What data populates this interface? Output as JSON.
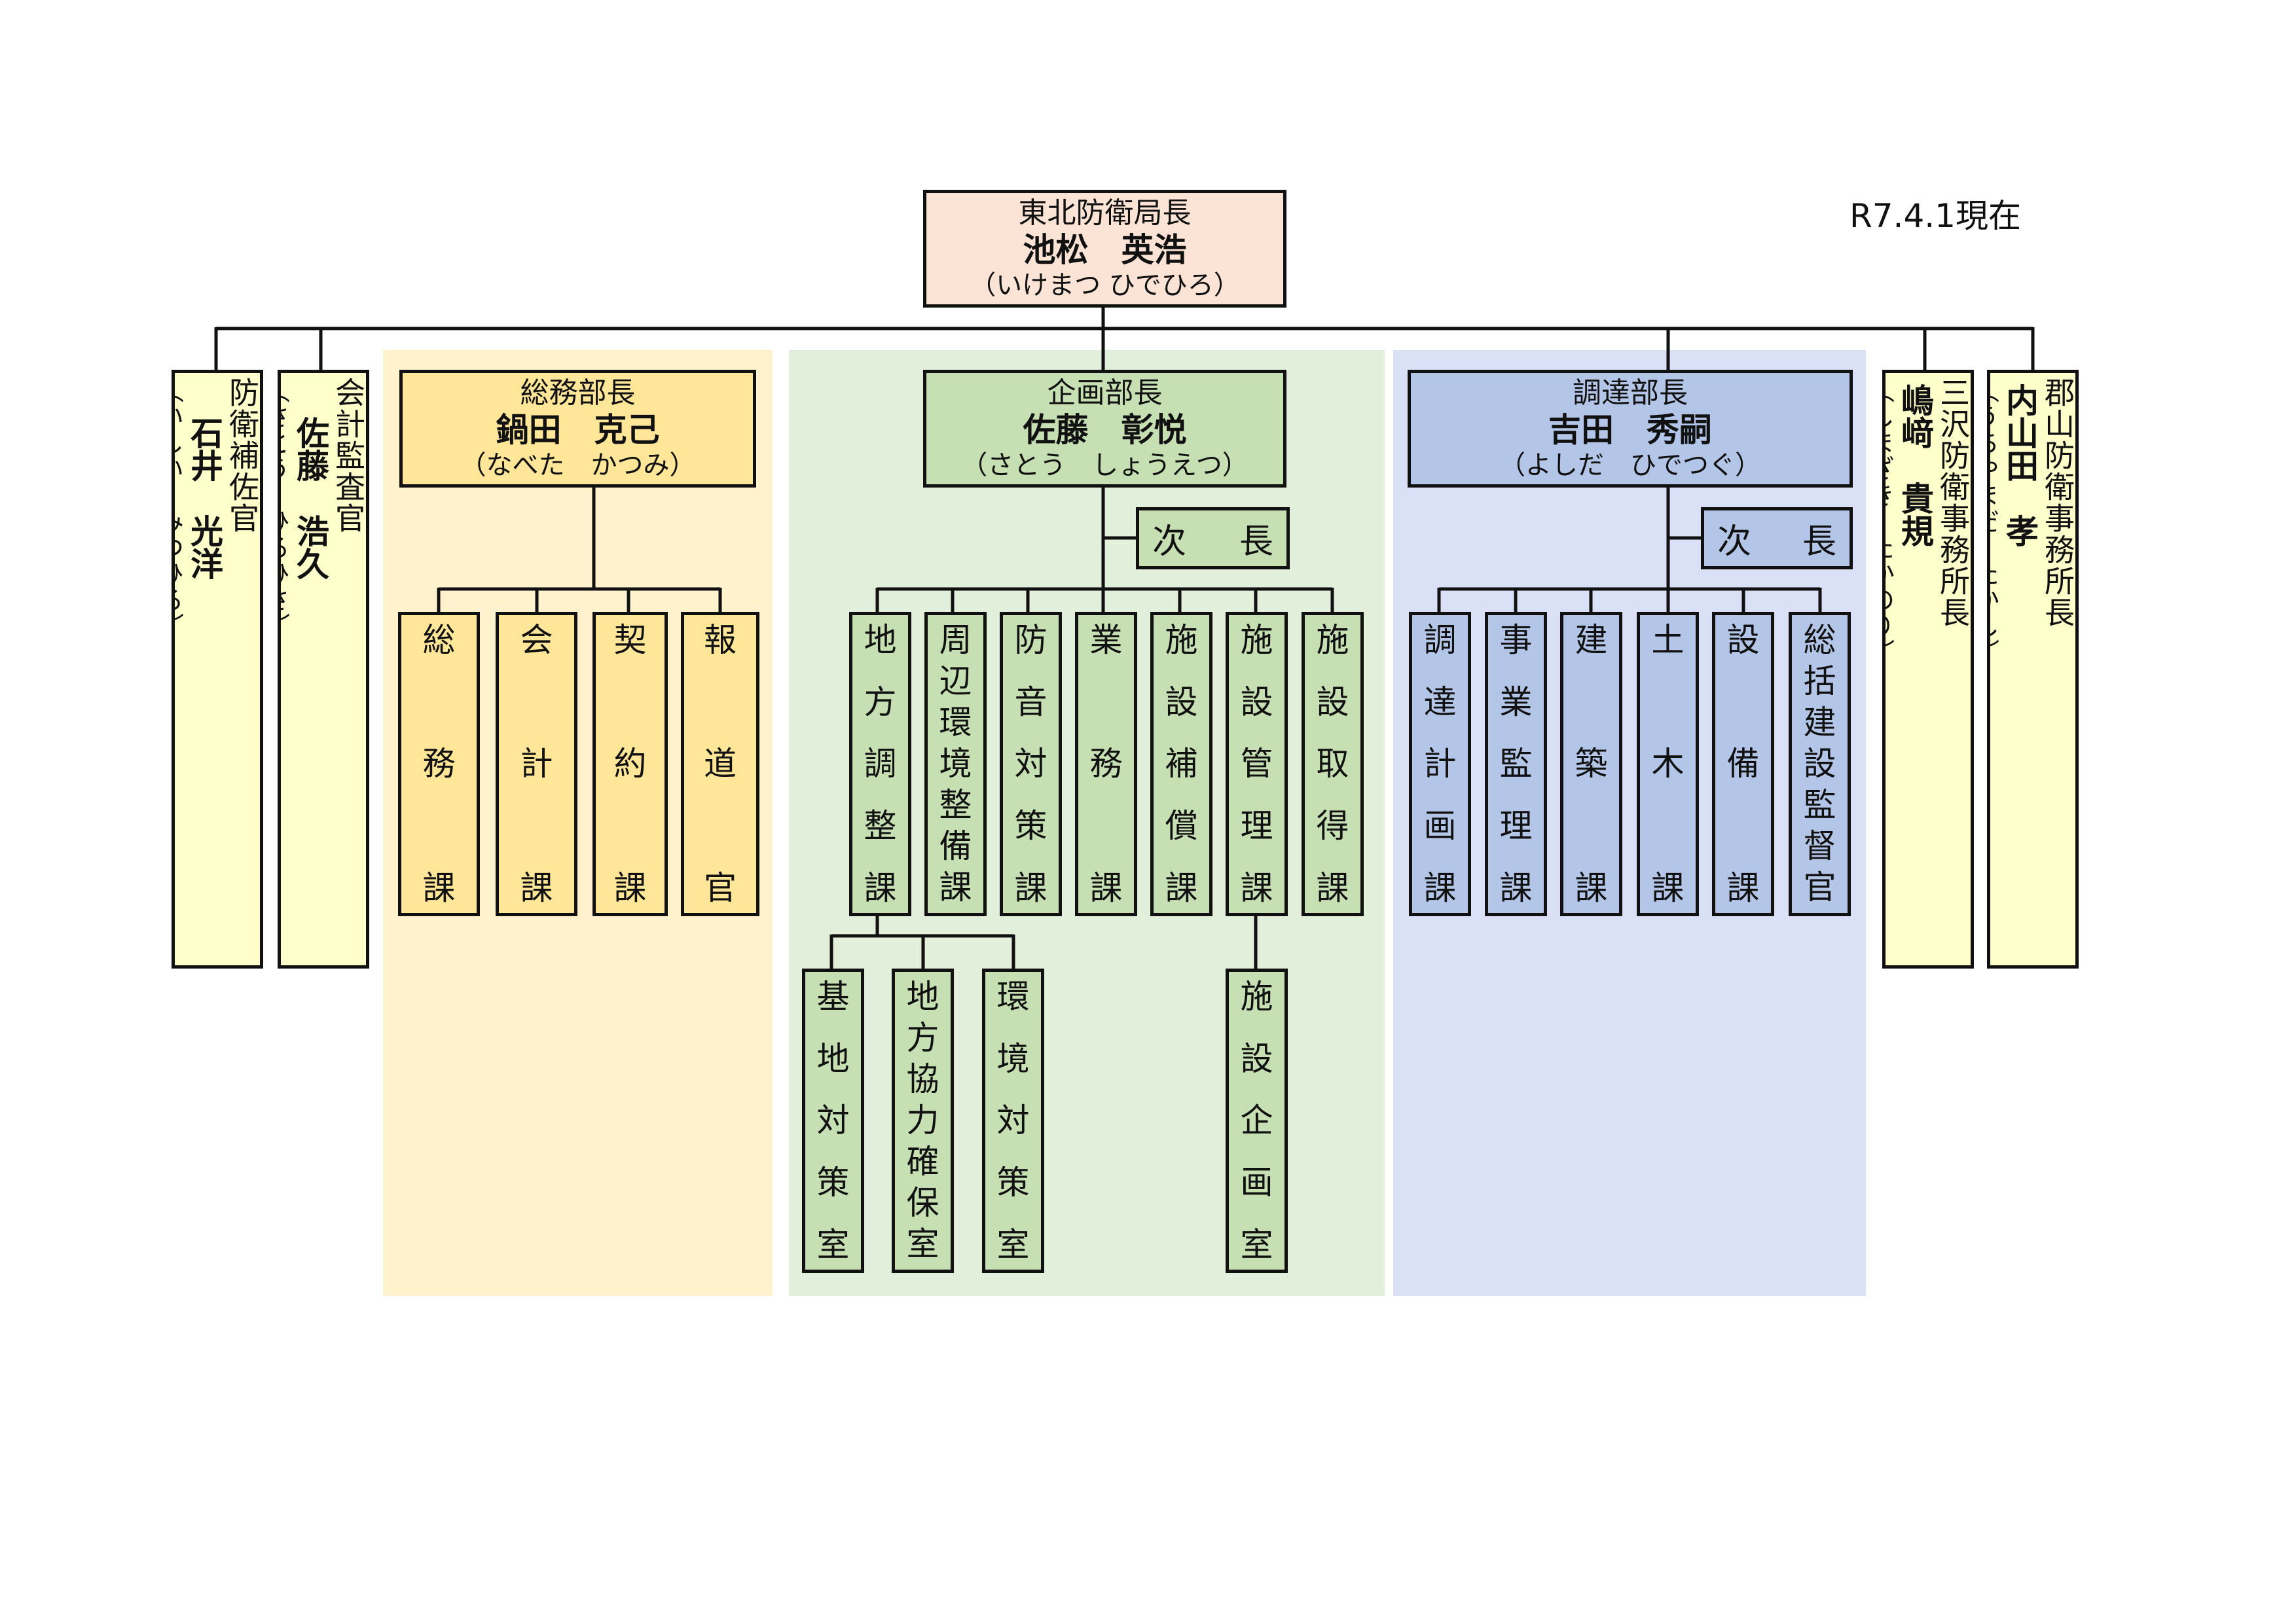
{
  "date_label": "R7.4.1現在",
  "director": {
    "title": "東北防衛局長",
    "name": "池松　英浩",
    "kana": "（いけまつ ひでひろ）"
  },
  "side_left": [
    {
      "title": "防衛補佐官",
      "name": "石井　光洋",
      "kana": "（いしい　みつひろ）"
    },
    {
      "title": "会計監査官",
      "name": "佐藤　浩久",
      "kana": "（さとう　ひろひさ）"
    }
  ],
  "side_right": [
    {
      "title": "三沢防衛事務所長",
      "name": "嶋﨑　貴規",
      "kana": "（しまざき　たかのり）"
    },
    {
      "title": "郡山防衛事務所長",
      "name": "内山田　孝",
      "kana": "（うちやまだ　たかし）"
    }
  ],
  "departments": [
    {
      "title": "総務部長",
      "name": "鍋田　克己",
      "kana": "（なべた　かつみ）",
      "sections": [
        [
          "総",
          "務",
          "課"
        ],
        [
          "会",
          "計",
          "課"
        ],
        [
          "契",
          "約",
          "課"
        ],
        [
          "報",
          "道",
          "官"
        ]
      ]
    },
    {
      "title": "企画部長",
      "name": "佐藤　彰悦",
      "kana": "（さとう　しょうえつ）",
      "deputy": [
        "次",
        "長"
      ],
      "sections": [
        [
          "地",
          "方",
          "調",
          "整",
          "課"
        ],
        [
          "周",
          "辺",
          "環",
          "境",
          "整",
          "備",
          "課"
        ],
        [
          "防",
          "音",
          "対",
          "策",
          "課"
        ],
        [
          "業",
          "務",
          "課"
        ],
        [
          "施",
          "設",
          "補",
          "償",
          "課"
        ],
        [
          "施",
          "設",
          "管",
          "理",
          "課"
        ],
        [
          "施",
          "設",
          "取",
          "得",
          "課"
        ]
      ],
      "offices": [
        [
          "基",
          "地",
          "対",
          "策",
          "室"
        ],
        [
          "地",
          "方",
          "協",
          "力",
          "確",
          "保",
          "室"
        ],
        [
          "環",
          "境",
          "対",
          "策",
          "室"
        ]
      ],
      "facility_office": [
        "施",
        "設",
        "企",
        "画",
        "室"
      ]
    },
    {
      "title": "調達部長",
      "name": "吉田　秀嗣",
      "kana": "（よしだ　ひでつぐ）",
      "deputy": [
        "次",
        "長"
      ],
      "sections": [
        [
          "調",
          "達",
          "計",
          "画",
          "課"
        ],
        [
          "事",
          "業",
          "監",
          "理",
          "課"
        ],
        [
          "建",
          "築",
          "課"
        ],
        [
          "土",
          "木",
          "課"
        ],
        [
          "設",
          "備",
          "課"
        ],
        [
          "総",
          "括",
          "建",
          "設",
          "監",
          "督",
          "官"
        ]
      ]
    }
  ]
}
